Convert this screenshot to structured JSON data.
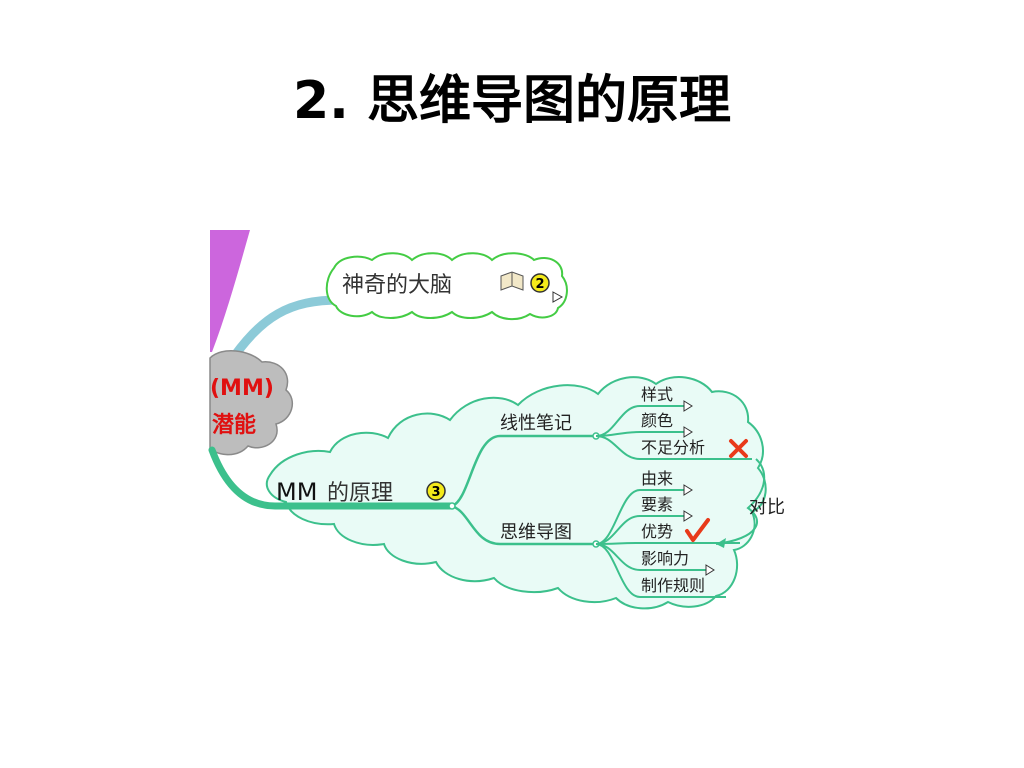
{
  "title": "2. 思维导图的原理",
  "center": {
    "line1": "(MM)",
    "line2": "潜能"
  },
  "branch_brain": {
    "label": "神奇的大脑",
    "badge": "2"
  },
  "branch_mm": {
    "label_prefix": "MM",
    "label_suffix": "的原理",
    "badge": "3"
  },
  "linear_notes": {
    "label": "线性笔记",
    "items": [
      "样式",
      "颜色",
      "不足分析"
    ]
  },
  "mind_map": {
    "label": "思维导图",
    "items": [
      "由来",
      "要素",
      "优势",
      "影响力",
      "制作规则"
    ]
  },
  "compare_label": "对比",
  "colors": {
    "cloud_fill": "#e9fbf6",
    "cloud_stroke": "#3cc08c",
    "branch_green": "#3cc08c",
    "branch_blue": "#8ccad8",
    "purple": "#cc66dd",
    "center_text": "#e01010",
    "badge_fill": "#f4ea1a",
    "cross": "#e83a1a",
    "check": "#e83a1a"
  }
}
